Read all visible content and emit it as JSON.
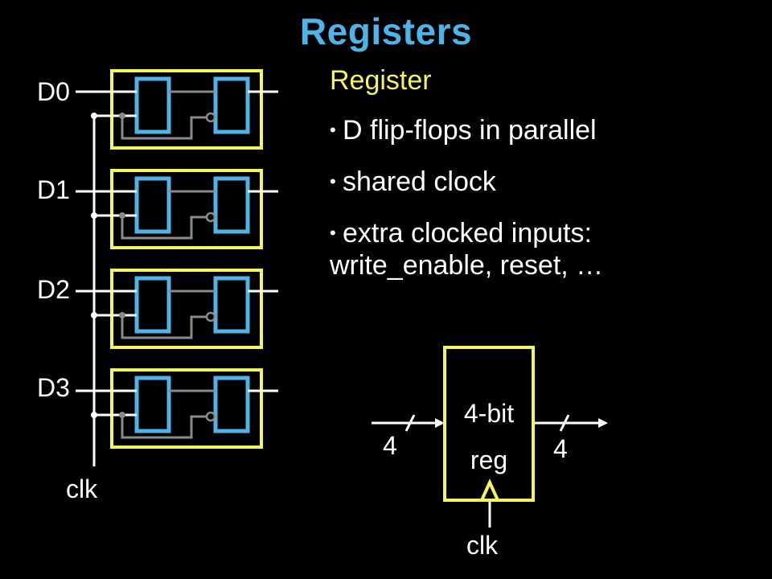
{
  "slide": {
    "title": "Registers",
    "section_heading": "Register",
    "bullets": [
      "D flip-flops in parallel",
      "shared clock",
      "extra clocked inputs:"
    ],
    "bullet3_continuation": "write_enable, reset, …"
  },
  "schematic": {
    "inputs": [
      "D0",
      "D1",
      "D2",
      "D3"
    ],
    "clock_label": "clk"
  },
  "register_symbol": {
    "line1": "4-bit",
    "line2": "reg",
    "input_width": "4",
    "output_width": "4",
    "clock_label": "clk"
  },
  "colors": {
    "title": "#4fb3e8",
    "heading": "#f6f65a",
    "flipflop_box": "#f6f65a",
    "latch": "#4fb3e8",
    "wire": "#ffffff",
    "internal_wire": "#8a8a8a"
  }
}
